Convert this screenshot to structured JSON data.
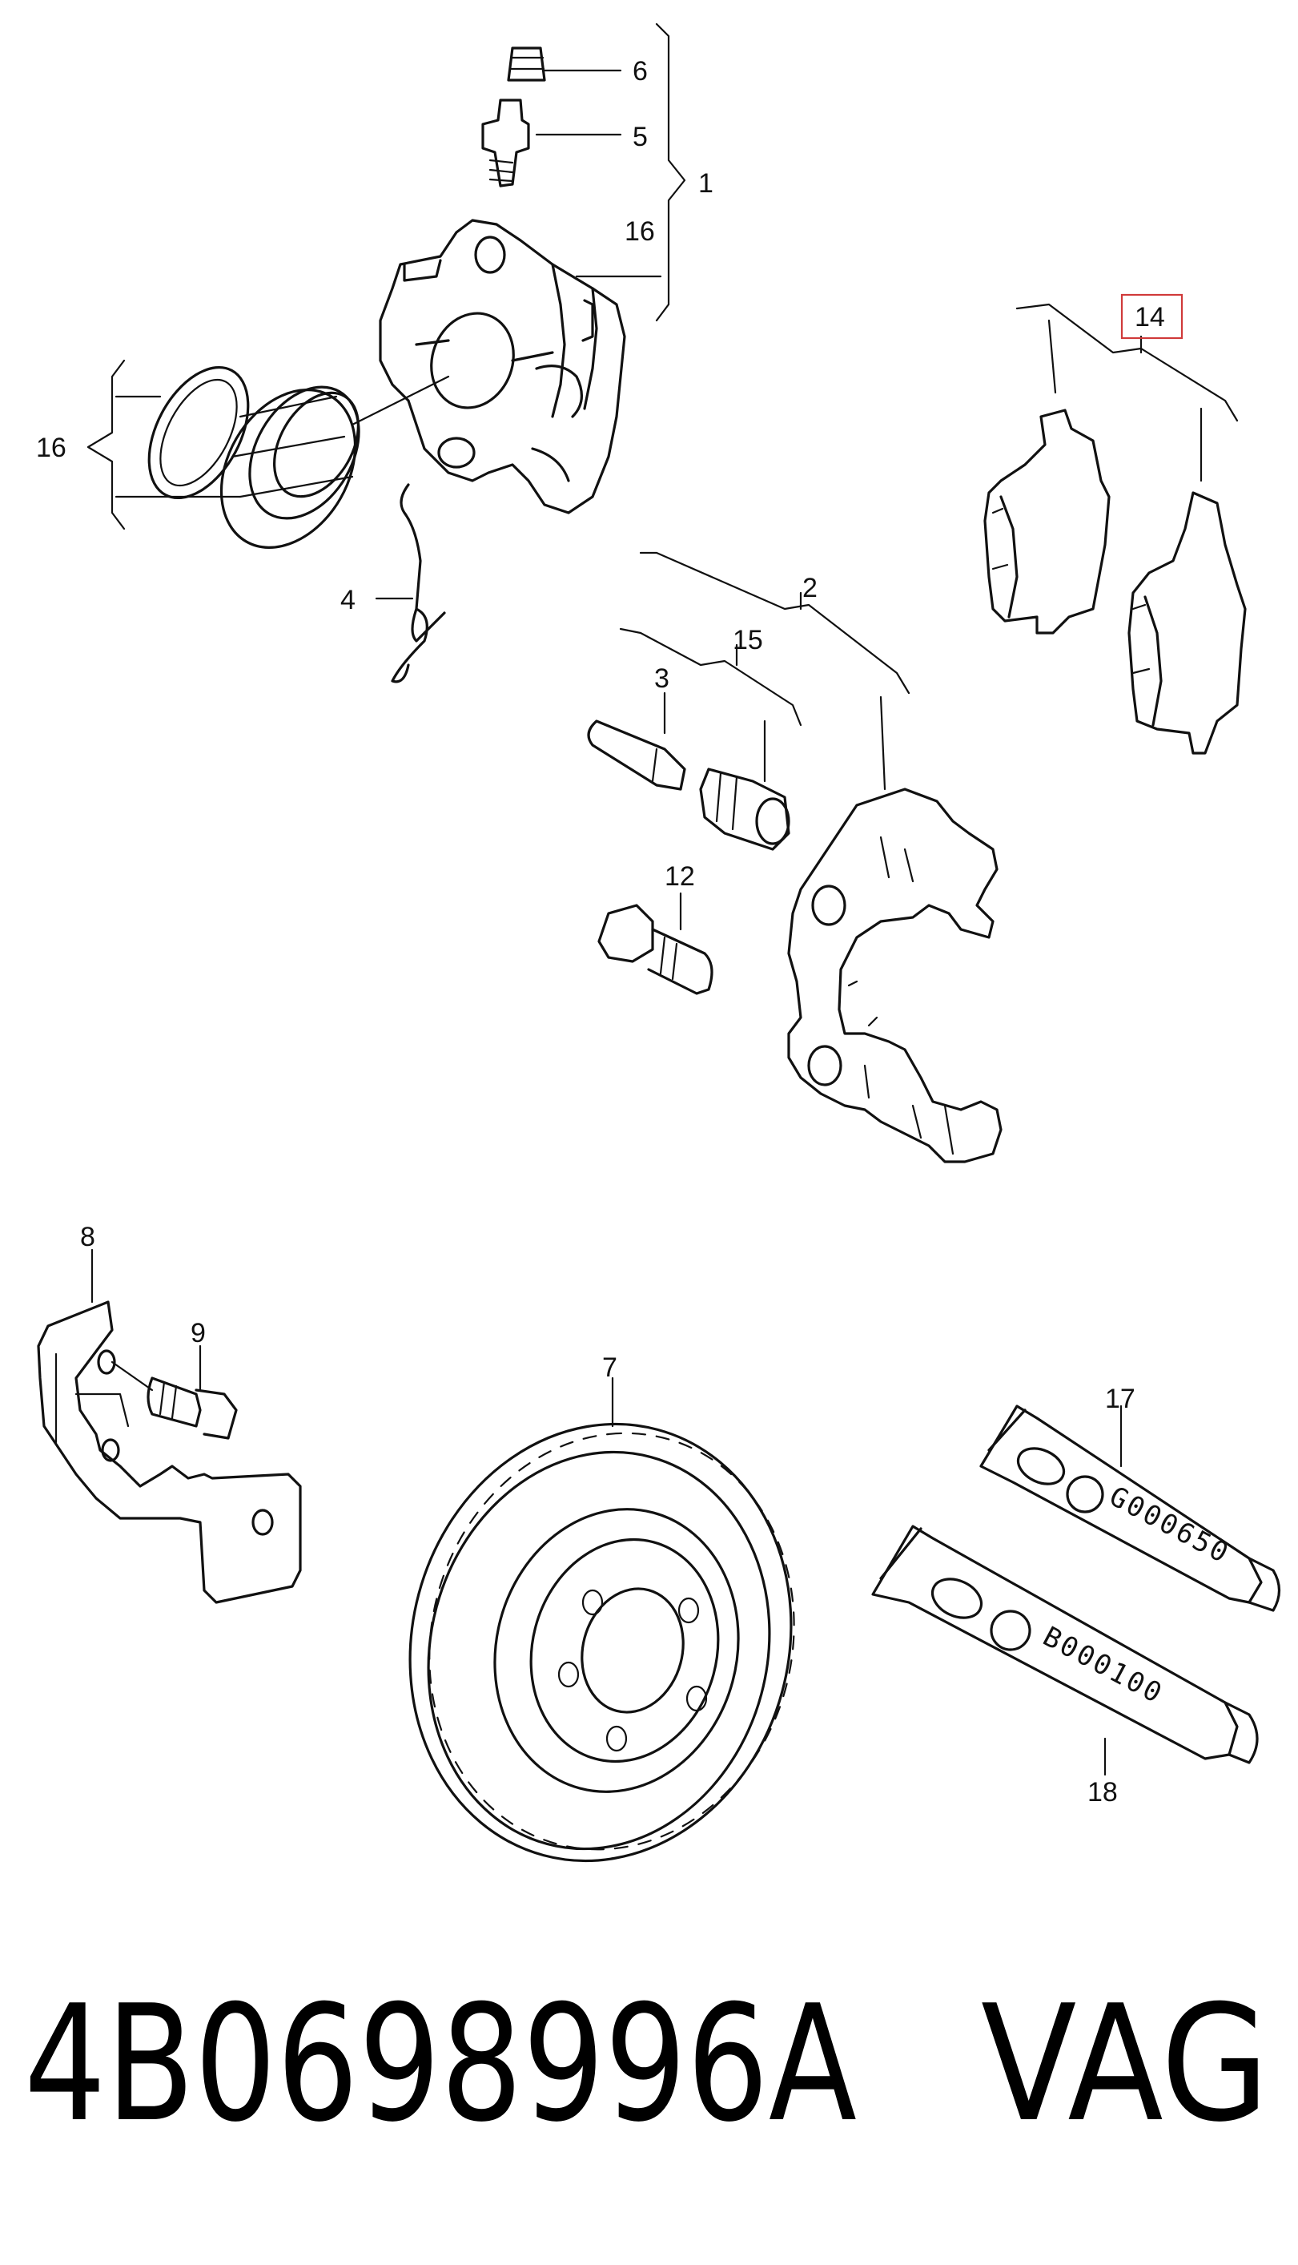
{
  "labels": {
    "p1": "1",
    "p2": "2",
    "p3": "3",
    "p4": "4",
    "p5": "5",
    "p6": "6",
    "p7": "7",
    "p8": "8",
    "p9": "9",
    "p12": "12",
    "p14": "14",
    "p15": "15",
    "p16a": "16",
    "p16b": "16",
    "p17": "17",
    "p18": "18"
  },
  "tubes": {
    "upper_code": "G000650",
    "lower_code": "B000100"
  },
  "caption": {
    "part_number": "4B0698996A",
    "brand": "VAG"
  },
  "highlight_color": "#d03a3a"
}
